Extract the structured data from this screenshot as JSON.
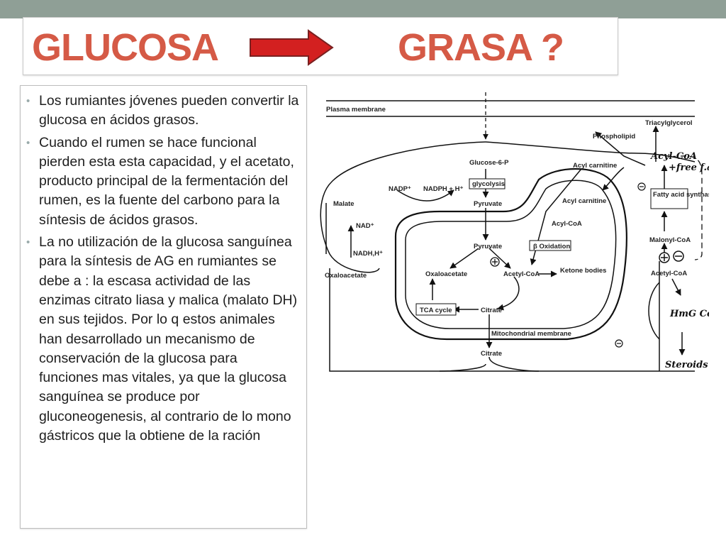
{
  "title": {
    "left": "GLUCOSA",
    "right": "GRASA ?",
    "color": "#d55a46",
    "arrow_color": "#d32020"
  },
  "bullets": [
    "Los rumiantes jóvenes pueden convertir la glucosa en ácidos grasos.",
    " Cuando el rumen se hace funcional pierden esta esta capacidad, y el acetato, producto principal  de la fermentación del rumen, es la fuente del carbono para la síntesis de ácidos grasos.",
    "La no utilización de la glucosa sanguínea para la síntesis de AG en rumiantes se debe a : la escasa actividad de las enzimas citrato liasa y malica  (malato DH) en sus tejidos. Por lo q estos animales han desarrollado un mecanismo de conservación de la glucosa para funciones mas vitales, ya que la glucosa sanguínea se produce por gluconeogenesis, al contrario de lo mono gástricos que la obtiene de la ración"
  ],
  "diagram": {
    "plasma_membrane": "Plasma membrane",
    "triacylglycerol": "Triacylglycerol",
    "phospholipid": "Phospholipid",
    "acyl_coa": "Acyl-CoA",
    "free_fa": "+free f.a.",
    "glucose_6p": "Glucose-6-P",
    "acyl_carnitine_1": "Acyl carnitine",
    "nadp": "NADP⁺",
    "nadph": "NADPH + H⁺",
    "glycolysis": "glycolysis",
    "fatty_acid_synthase": "Fatty acid synthase",
    "malate": "Malate",
    "pyruvate_1": "Pyruvate",
    "acyl_carnitine_2": "Acyl carnitine",
    "nad": "NAD⁺",
    "acyl_coa_2": "Acyl-CoA",
    "pyruvate_2": "Pyruvate",
    "beta_oxidation": "β Oxidation",
    "malonyl_coa": "Malonyl-CoA",
    "nadh": "NADH,H⁺",
    "oxaloacetate_1": "Oxaloacetate",
    "oxaloacetate_2": "Oxaloacetate",
    "acetyl_coa_1": "Acetyl-CoA",
    "ketone_bodies": "Ketone bodies",
    "acetyl_coa_2": "Acetyl-CoA",
    "hmg_coa": "HmG CoA",
    "tca_cycle": "TCA cycle",
    "citrate_1": "Citrate",
    "mitochondrial_membrane": "Mitochondrial membrane",
    "citrate_2": "Citrate",
    "steroids": "Steroids"
  }
}
